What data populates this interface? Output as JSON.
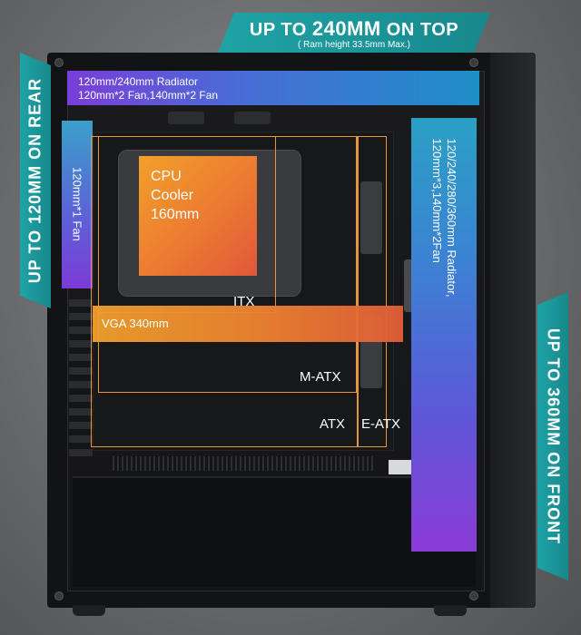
{
  "banners": {
    "top": {
      "prefix": "UP TO ",
      "size": "240MM",
      "suffix": " ON TOP",
      "note": "( Ram height 33.5mm Max.)"
    },
    "rear": {
      "text": "UP TO 120MM ON REAR"
    },
    "front": {
      "text": "UP TO 360MM ON FRONT"
    }
  },
  "top_radiator": {
    "line1": "120mm/240mm Radiator",
    "line2": "120mm*2 Fan,140mm*2 Fan"
  },
  "rear_fan": {
    "label": "120mm*1 Fan"
  },
  "front_radiator": {
    "line1": "120/240/280/360mm Radiator,",
    "line2": "120mm*3,140mm*2Fan"
  },
  "cpu_cooler": {
    "line1": "CPU",
    "line2": "Cooler",
    "line3": "160mm"
  },
  "vga": {
    "label": "VGA 340mm"
  },
  "form_factors": {
    "itx": "ITX",
    "matx": "M-ATX",
    "atx": "ATX",
    "eatx": "E-ATX"
  },
  "colors": {
    "banner": "#1fa3a6",
    "orange": "#ee8230",
    "purple": "#7a3dd9",
    "blue": "#1e8ec7"
  }
}
